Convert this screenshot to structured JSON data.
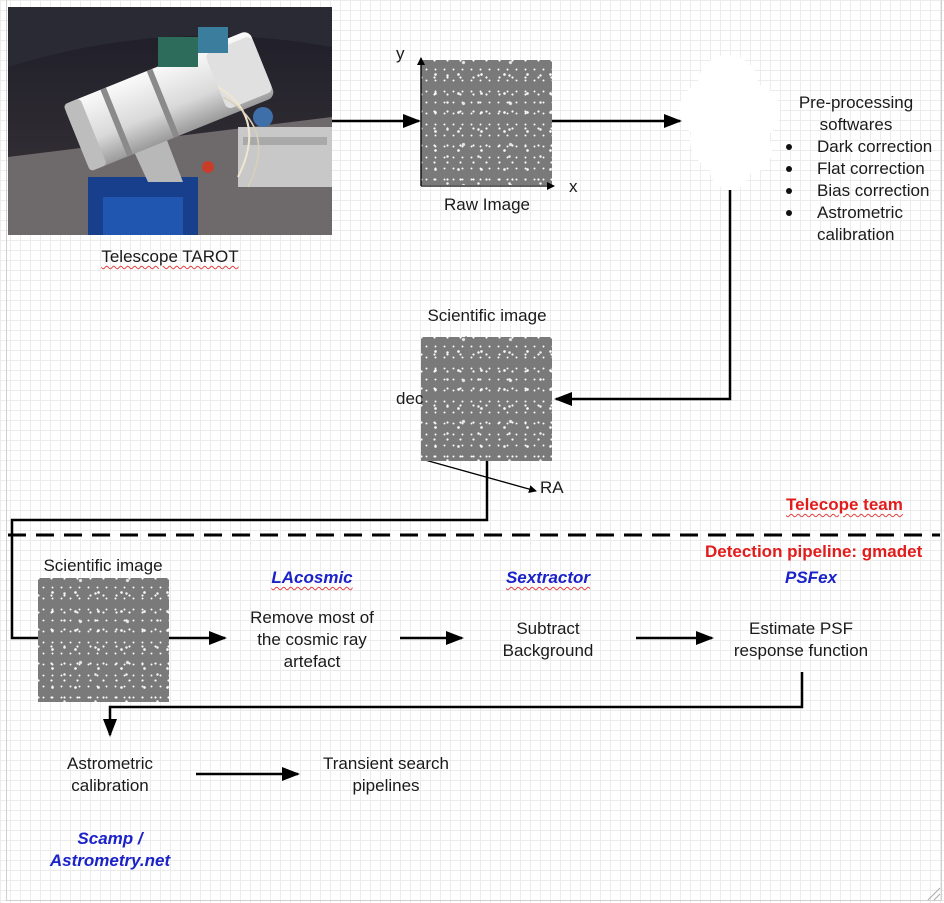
{
  "telescope": {
    "caption": "Telescope TAROT"
  },
  "raw_image": {
    "caption": "Raw Image",
    "axis_y": "y",
    "axis_x": "x"
  },
  "preprocessing": {
    "title_line1": "Pre-processing",
    "title_line2": "softwares",
    "items": [
      "Dark correction",
      "Flat correction",
      "Bias correction",
      "Astrometric"
    ],
    "item_continuation": "calibration"
  },
  "scientific_image_top": {
    "caption": "Scientific image",
    "axis_dec": "dec",
    "axis_ra": "RA"
  },
  "teams": {
    "telescope_team": "Telecope team",
    "detection_pipeline": "Detection pipeline: gmadet"
  },
  "scientific_image_bottom": {
    "caption": "Scientific image"
  },
  "steps": {
    "lacosmic": {
      "tool": "LAcosmic",
      "line1": "Remove most of",
      "line2": "the cosmic ray",
      "line3": "artefact"
    },
    "sextractor": {
      "tool": "Sextractor",
      "line1": "Subtract",
      "line2": "Background"
    },
    "psfex": {
      "tool": "PSFex",
      "line1": "Estimate PSF",
      "line2": "response function"
    },
    "astrometric": {
      "line1": "Astrometric",
      "line2": "calibration",
      "tool_line1": "Scamp /",
      "tool_line2": "Astrometry.net"
    },
    "transient": {
      "line1": "Transient search",
      "line2": "pipelines"
    }
  },
  "colors": {
    "tool_label": "#1a22c8",
    "team_label": "#e21b1b",
    "arrow": "#000000",
    "star_field": "#7a7a7a"
  }
}
